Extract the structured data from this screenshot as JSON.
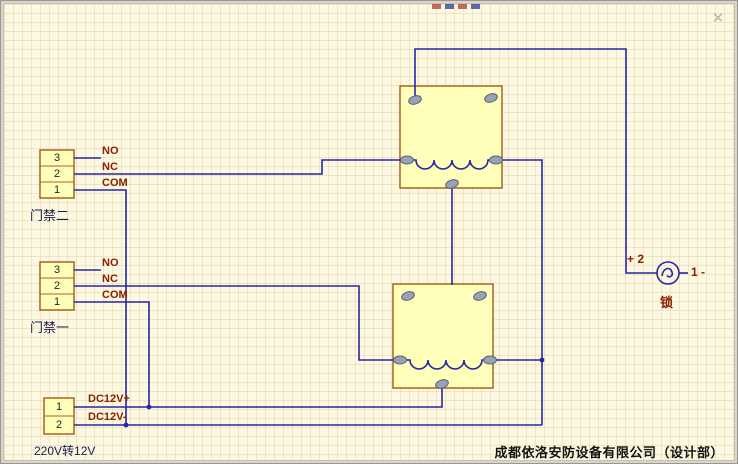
{
  "window": {
    "close_label": "✕"
  },
  "palette": {
    "wire": "#2626a6",
    "component_fill": "#ffffba",
    "component_border": "#a5651f",
    "net_label": "#8b2000",
    "name_label": "#1c1c50",
    "pin_pad": "#99a1b4"
  },
  "connectors": [
    {
      "name": "门禁二",
      "pins": [
        "3",
        "2",
        "1"
      ],
      "nets": [
        "NO",
        "NC",
        "COM"
      ]
    },
    {
      "name": "门禁一",
      "pins": [
        "3",
        "2",
        "1"
      ],
      "nets": [
        "NO",
        "NC",
        "COM"
      ]
    },
    {
      "name": "220V转12V",
      "pins": [
        "1",
        "2"
      ],
      "nets": [
        "DC12V+",
        "DC12V-"
      ]
    }
  ],
  "lock": {
    "name": "锁",
    "positive_label": "+ 2",
    "negative_label": "1 -"
  },
  "footer": {
    "company": "成都依洛安防设备有限公司（设计部）"
  }
}
